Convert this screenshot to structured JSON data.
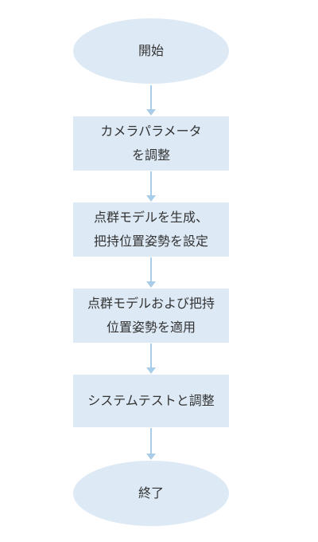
{
  "flowchart": {
    "start": "開始",
    "step1": {
      "line1": "カメラパラメータ",
      "line2": "を調整"
    },
    "step2": {
      "line1": "点群モデルを生成、",
      "line2": "把持位置姿勢を設定"
    },
    "step3": {
      "line1": "点群モデルおよび把持",
      "line2": "位置姿勢を適用"
    },
    "step4": "システムテストと調整",
    "end": "終了"
  },
  "colors": {
    "node_fill": "#ddeaf6",
    "arrow": "#a9cde8",
    "text": "#333333"
  }
}
